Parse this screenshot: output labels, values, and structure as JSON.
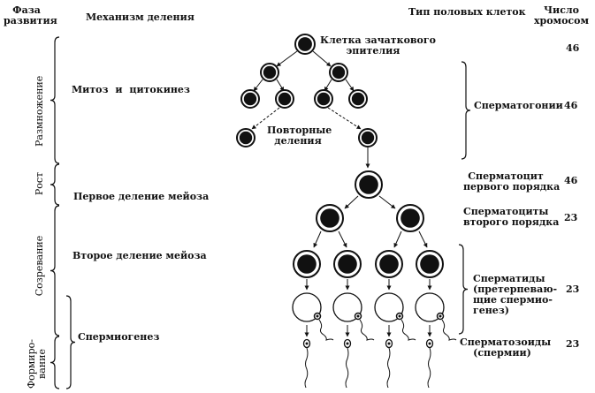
{
  "headers": {
    "phase": "Фаза развития",
    "phase_line1": "Фаза",
    "phase_line2": "развития",
    "mechanism": "Механизм деления",
    "cell_type": "Тип половых клеток",
    "chromosomes_line1": "Число",
    "chromosomes_line2": "хромосом"
  },
  "phases": [
    {
      "id": "reproduction",
      "label": "Размножение"
    },
    {
      "id": "growth",
      "label": "Рост"
    },
    {
      "id": "maturation",
      "label": "Созревание"
    },
    {
      "id": "formation",
      "label_line1": "Формиро-",
      "label_line2": "вание"
    }
  ],
  "mechanisms": [
    {
      "id": "mitosis",
      "label": "Митоз и цитокинез"
    },
    {
      "id": "meiosis1",
      "label": "Первое деление мейоза"
    },
    {
      "id": "meiosis2",
      "label": "Второе деление мейоза"
    },
    {
      "id": "spermiogenesis",
      "label": "Спермиогенез"
    }
  ],
  "tree_labels": {
    "germinal_line1": "Клетка зачаткового",
    "germinal_line2": "эпителия",
    "repeat_line1": "Повторные",
    "repeat_line2": "деления"
  },
  "cell_types": [
    {
      "id": "germinal",
      "lines": [],
      "chromosomes": "46"
    },
    {
      "id": "spermatogonia",
      "lines": [
        "Сперматогонии"
      ],
      "chromosomes": "46"
    },
    {
      "id": "primary-spermatocyte",
      "lines": [
        "Сперматоцит",
        "первого порядка"
      ],
      "chromosomes": "46"
    },
    {
      "id": "secondary-spermatocytes",
      "lines": [
        "Сперматоциты",
        "второго порядка"
      ],
      "chromosomes": "23"
    },
    {
      "id": "spermatids",
      "lines": [
        "Сперматиды",
        "(претерпеваю-",
        "щие спермио-",
        "генез)"
      ],
      "chromosomes": "23"
    },
    {
      "id": "spermatozoa",
      "lines": [
        "Сперматозоиды",
        "(спермии)"
      ],
      "chromosomes": "23"
    }
  ]
}
